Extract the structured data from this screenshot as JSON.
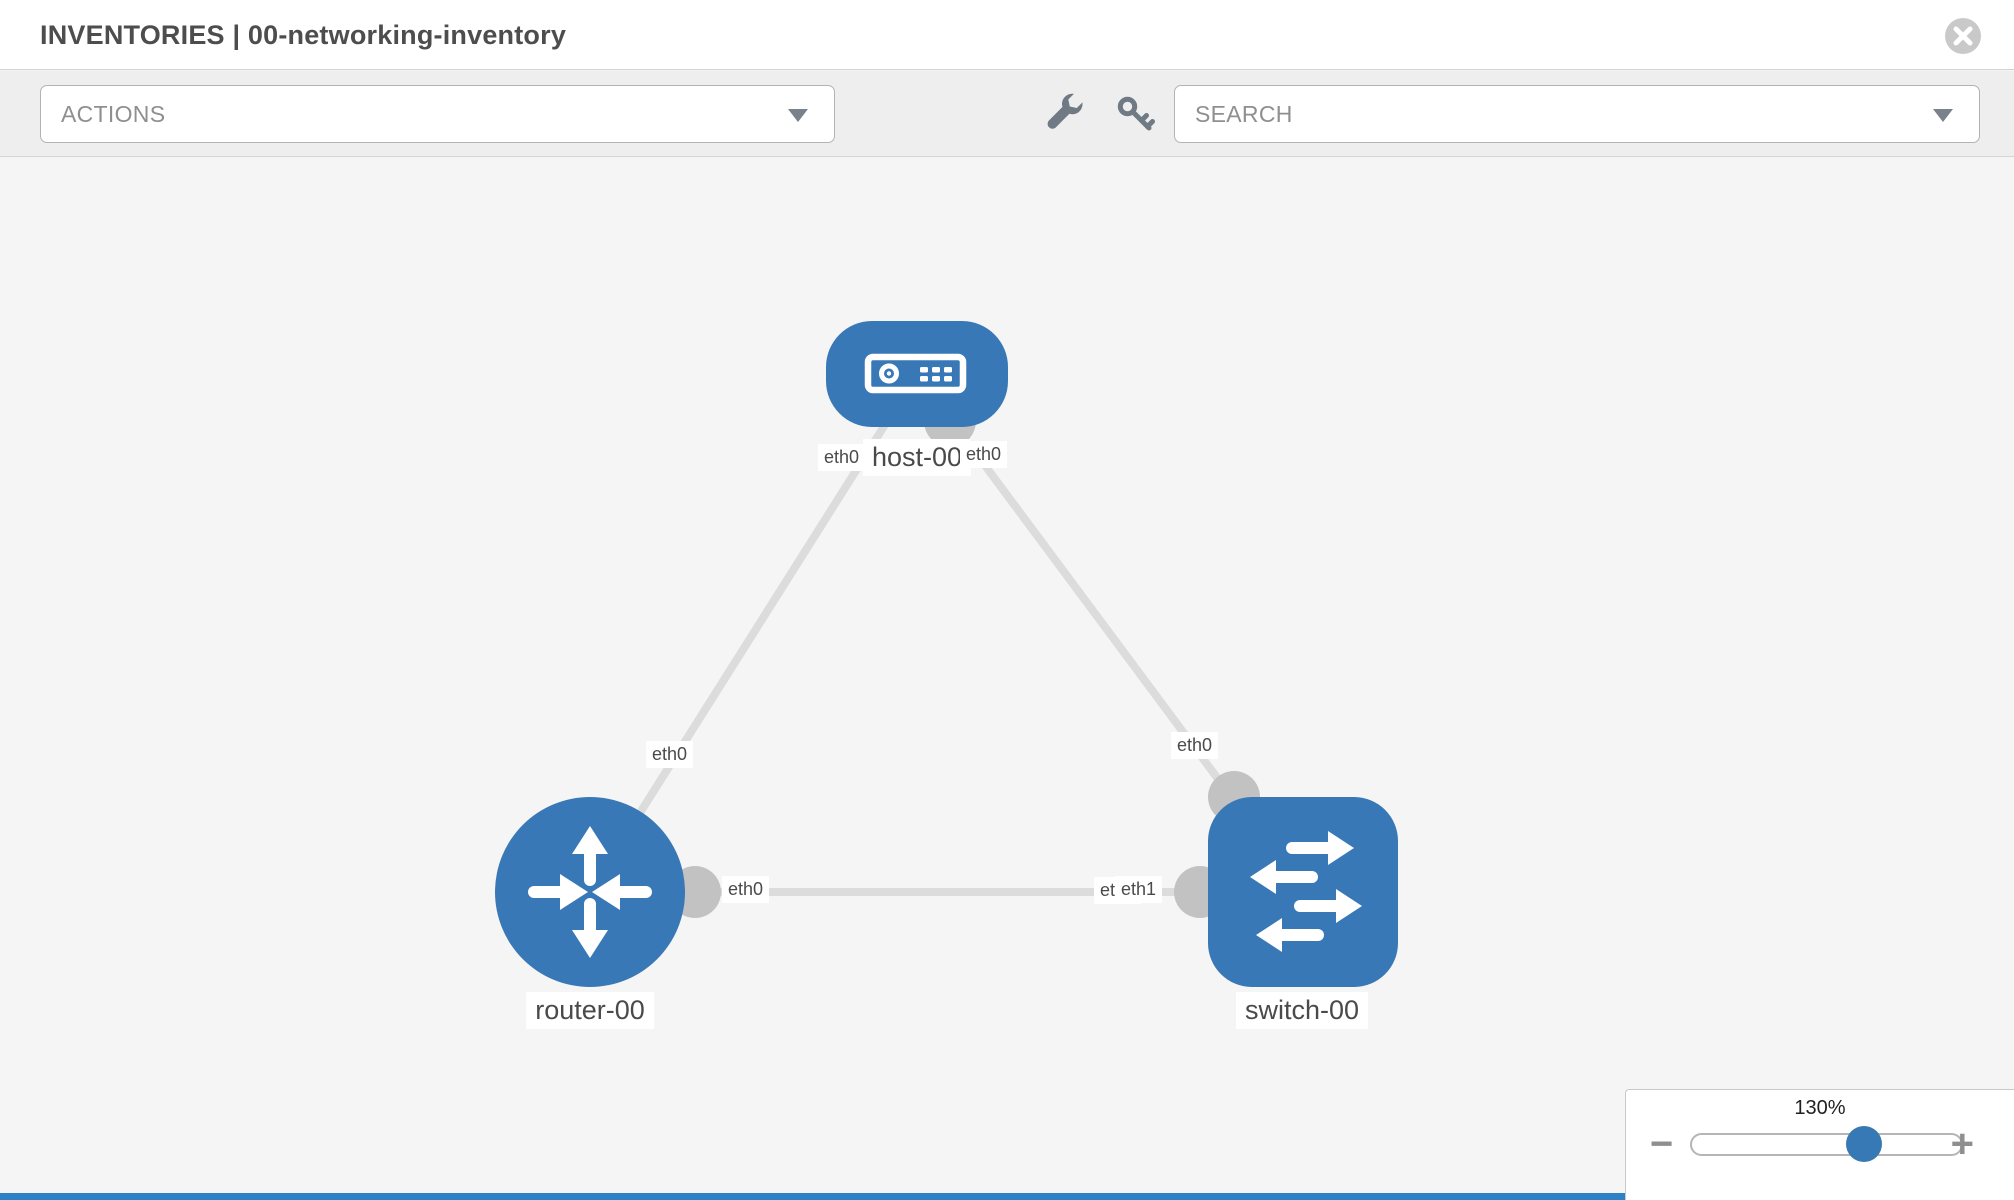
{
  "header": {
    "title": "INVENTORIES | 00-networking-inventory",
    "close_icon": "x-circle-icon"
  },
  "toolbar": {
    "actions_label": "ACTIONS",
    "search_label": "SEARCH",
    "icons": [
      "wrench-icon",
      "key-icon"
    ],
    "icon_color": "#6f7a84"
  },
  "topology": {
    "nodes": [
      {
        "id": "host-00",
        "type": "host",
        "label": "host-00"
      },
      {
        "id": "router-00",
        "type": "router",
        "label": "router-00"
      },
      {
        "id": "switch-00",
        "type": "switch",
        "label": "switch-00"
      }
    ],
    "links": [
      {
        "from": "host-00",
        "from_interface": "eth0",
        "to": "router-00",
        "to_interface": "eth0"
      },
      {
        "from": "host-00",
        "from_interface": "eth0",
        "to": "switch-00",
        "to_interface": "eth0"
      },
      {
        "from": "router-00",
        "from_interface": "eth0",
        "to": "switch-00",
        "to_interface": "eth1",
        "to_interface_overlapped": "eth0"
      }
    ],
    "colors": {
      "node_fill": "#3878b6",
      "link_stroke": "#dcdcdc",
      "port_fill": "#c2c2c2",
      "label_text": "#4a4a4a"
    }
  },
  "zoom_control": {
    "level": "130%",
    "minus_label": "−",
    "plus_label": "+",
    "thumb_color": "#3679b5"
  }
}
